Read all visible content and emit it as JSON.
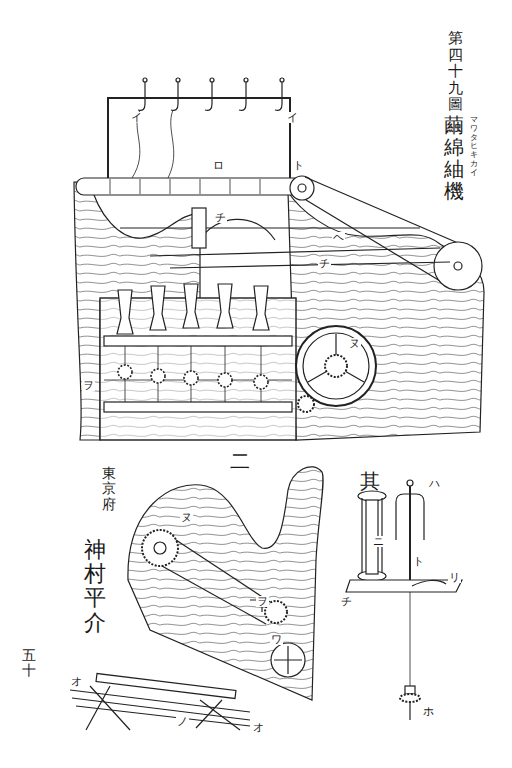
{
  "diagram": {
    "title": "第四十九圖",
    "labels": [
      "繭綿紬機",
      "マワタヒキカイ",
      "東京府",
      "神村平介",
      "其",
      "二",
      "五十",
      "イ",
      "イ",
      "ロ",
      "ト",
      "チ",
      "ヘ",
      "チ",
      "ヌ",
      "ヲ",
      "ヌ",
      "ヲ",
      "ワ",
      "ハ",
      "ニ",
      "ト",
      "リ",
      "チ",
      "ホ",
      "オ",
      "ノ",
      "オ"
    ]
  }
}
